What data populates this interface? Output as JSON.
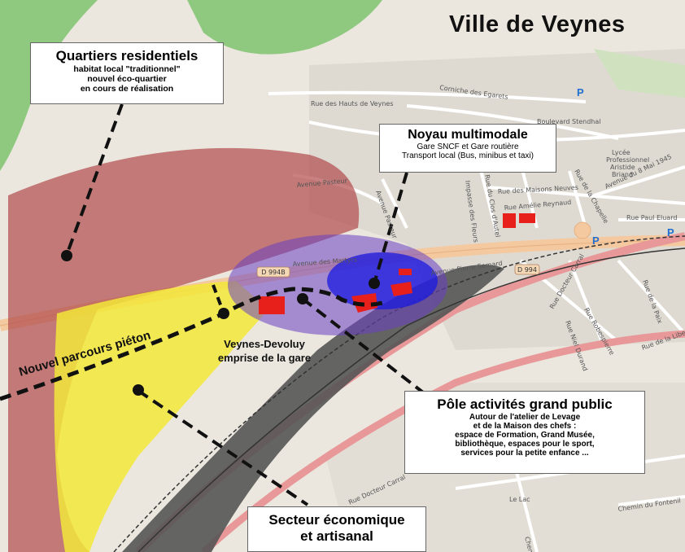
{
  "title": "Ville de Veynes",
  "callouts": {
    "residential": {
      "title": "Quartiers residentiels",
      "lines": [
        "habitat local \"traditionnel\"",
        "nouvel éco-quartier",
        "en cours de réalisation"
      ]
    },
    "multimodal": {
      "title": "Noyau multimodale",
      "lines": [
        "Gare SNCF et Gare routière",
        "Transport local (Bus, minibus et taxi)"
      ]
    },
    "activities": {
      "title": "Pôle activités grand public",
      "lines": [
        "Autour de l'atelier de Levage",
        "et de la Maison des chefs :",
        "espace de Formation, Grand Musée,",
        "bibliothèque, espaces pour le sport,",
        "services pour la petite enfance ..."
      ]
    },
    "economic": {
      "title": "Secteur économique",
      "lines": [
        "et artisanal"
      ]
    }
  },
  "labels": {
    "pedestrian_path": "Nouvel parcours piéton",
    "station_area_1": "Veynes-Devoluy",
    "station_area_2": "emprise de la gare"
  },
  "road_badges": {
    "d994_west": "D 994B",
    "d994_east": "D 994"
  },
  "streets": {
    "corniche": "Corniche des Egarets",
    "hauts": "Rue des Hauts de Veynes",
    "stendhal": "Boulevard Stendhal",
    "pasteur_av": "Avenue Pasteur",
    "pasteur_av2": "Avenue Pasteur",
    "martyrs": "Avenue des Martyrs",
    "semard": "Avenue Pierre Semard",
    "clos": "Rue du Clos d'Autel",
    "maisons": "Rue des Maisons Neuves",
    "chapelle": "Rue de la Chapelle",
    "mai": "Avenue du 8 Mai 1945",
    "reynaud": "Rue Amélie Reynaud",
    "eluard": "Rue Paul Eluard",
    "fleurs": "Impasse des Fleurs",
    "lycee_1": "Lycée",
    "lycee_2": "Professionnel",
    "lycee_3": "Aristide",
    "lycee_4": "Briand",
    "carral": "Rue Docteur Carral",
    "robespierre": "Rue Robespierre",
    "paix": "Rue de la Paix",
    "liberte": "Rue de la Liberté",
    "durand": "Rue Niel Durand",
    "carral2": "Rue Docteur Carral",
    "lac": "Le Lac",
    "fontenil": "Chemin du Fontenil",
    "chemin": "Chemin"
  },
  "parking": "P",
  "colors": {
    "residential_zone": "#b04a4a",
    "pedestrian_zone": "#f2e83a",
    "station_zone": "#555555",
    "activities_zone": "#6a3fc2",
    "multimodal_zone": "#1a1ae0",
    "building_red": "#e8201c",
    "main_road": "#f4c9a0",
    "rail_road": "#e89898",
    "forest": "#8fc97f"
  }
}
